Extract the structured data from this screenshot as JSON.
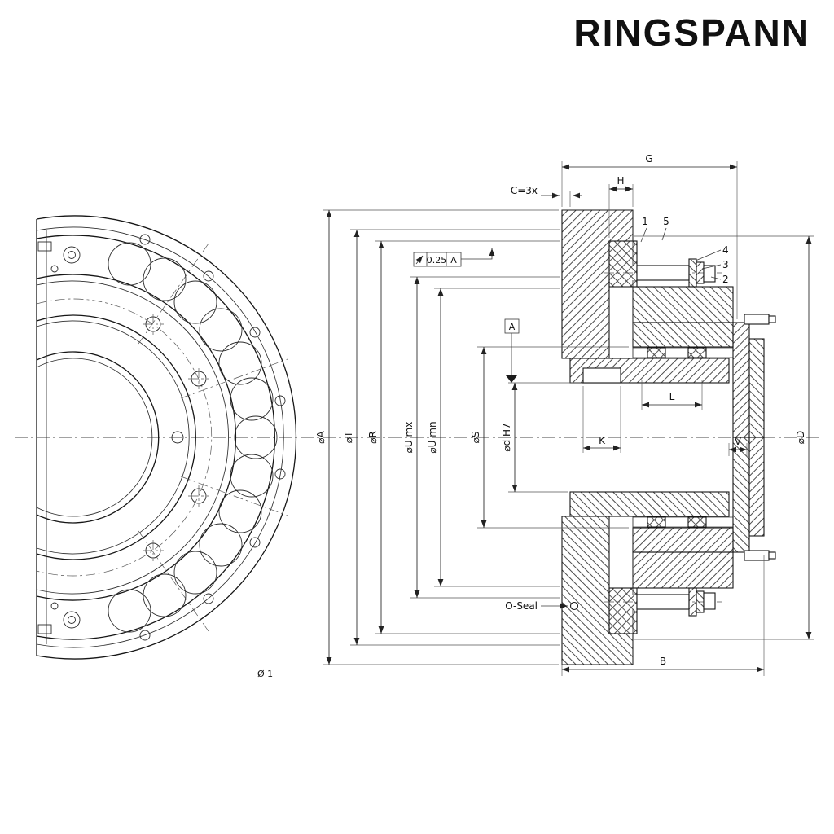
{
  "logo": {
    "text": "RINGSPANN",
    "color": "#ff3a00"
  },
  "labels": {
    "dia_a": "⌀A",
    "dia_t": "⌀T",
    "dia_r": "⌀R",
    "dia_u_max": "⌀U mx",
    "dia_u_min": "⌀U mn",
    "dia_s": "⌀S",
    "dia_d": "⌀d H7",
    "dia_big": "⌀D",
    "g": "G",
    "h": "H",
    "c": "C=3x",
    "b": "B",
    "k": "K",
    "l": "L",
    "v": "V",
    "tol_value": "0.25",
    "tol_datum": "A",
    "datum": "A",
    "o_seal": "O-Seal",
    "part_1": "1",
    "part_2": "2",
    "part_3": "3",
    "part_4": "4",
    "part_5": "5",
    "note": "Ø 1"
  },
  "colors": {
    "line": "#1b1b1b",
    "dim": "#222222",
    "hatch": "#4a4a4a",
    "background": "#ffffff"
  }
}
